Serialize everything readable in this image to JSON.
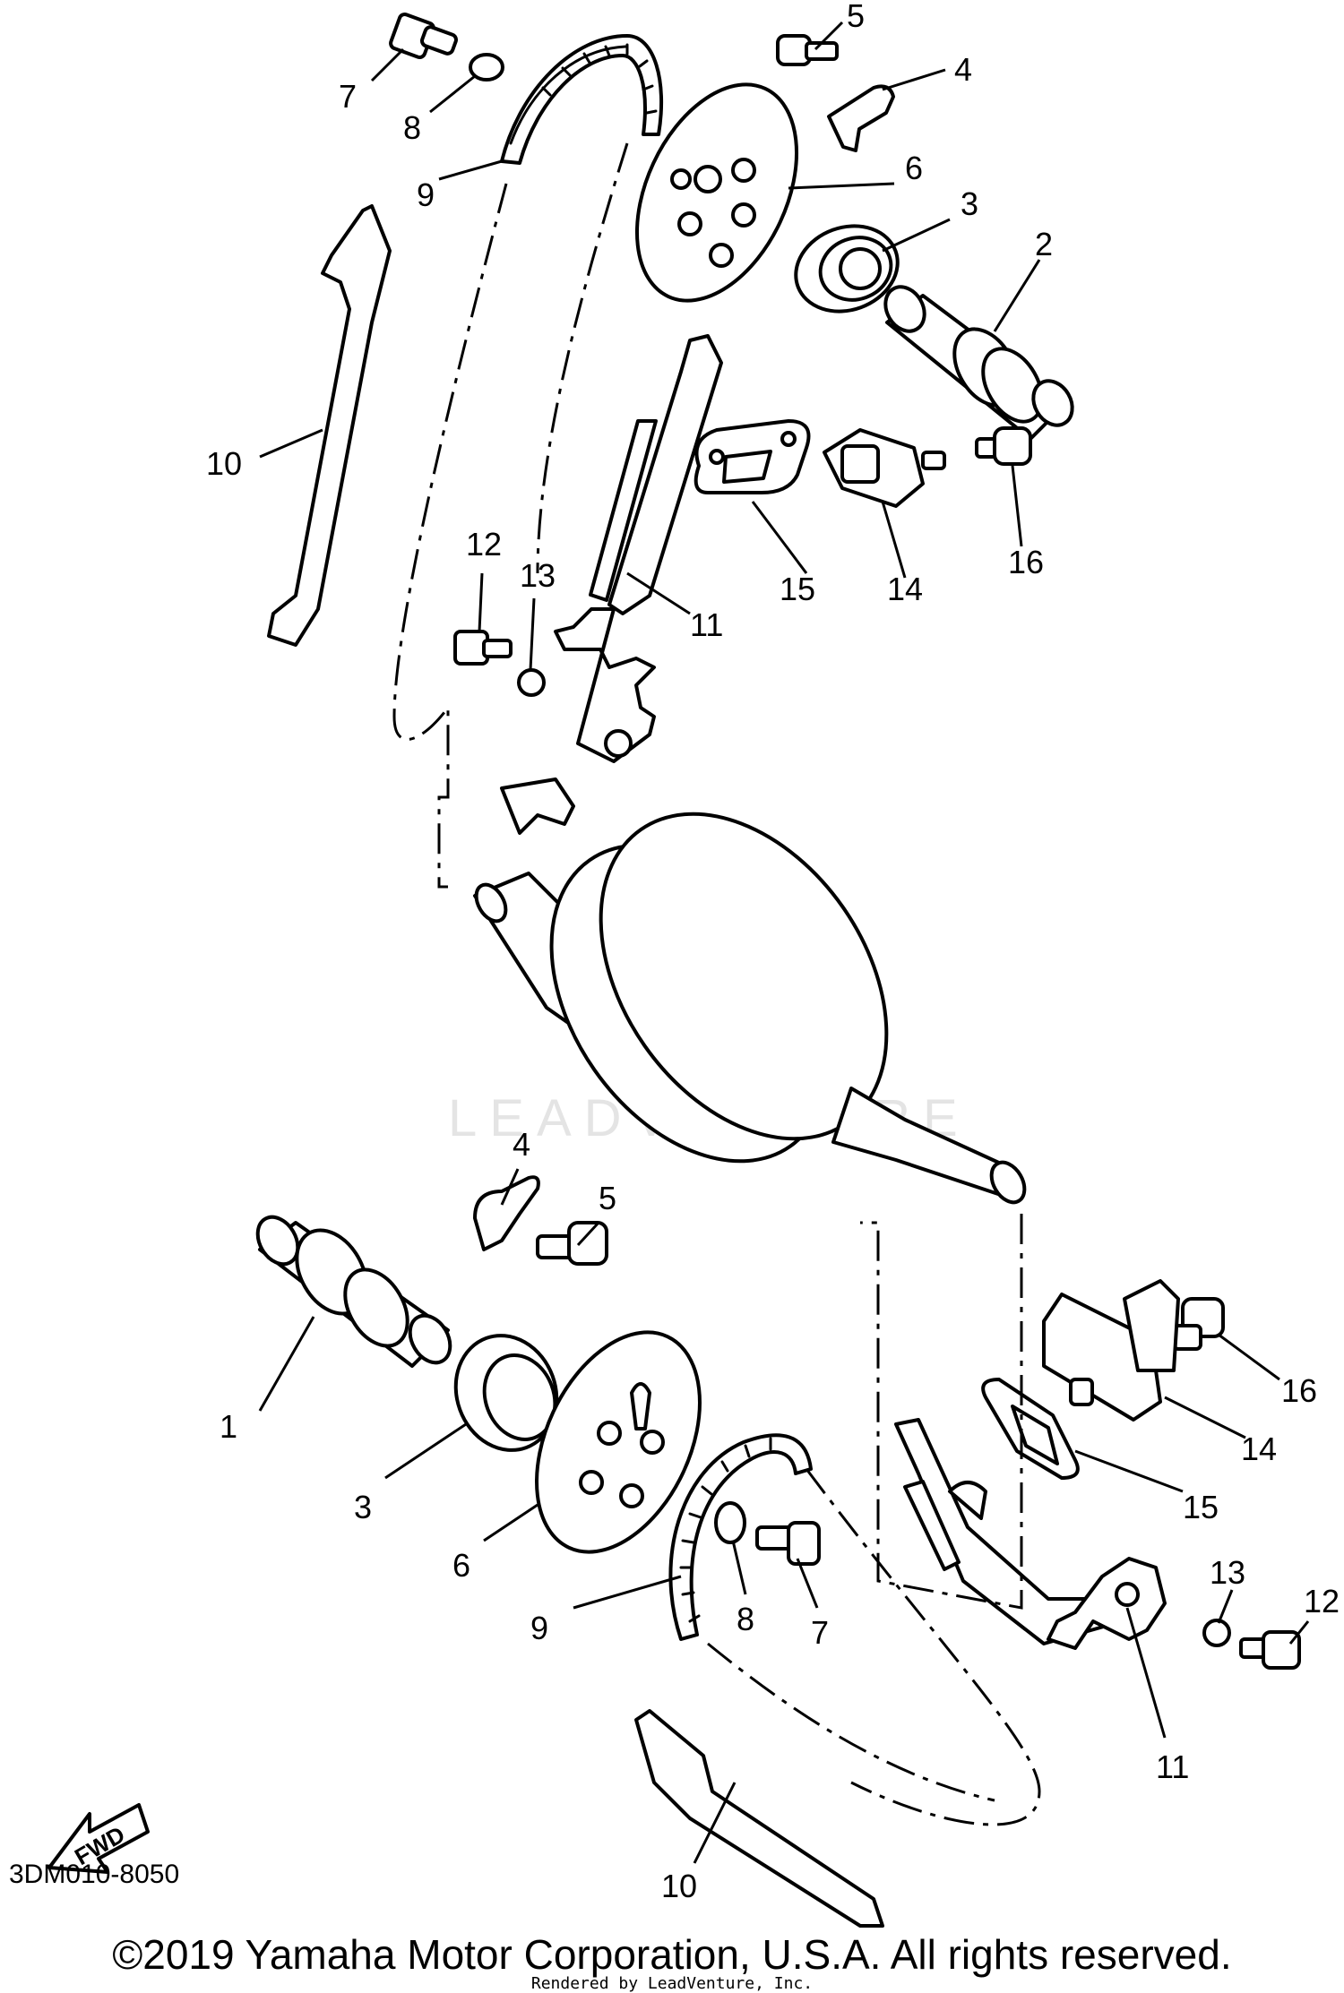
{
  "diagram": {
    "watermark": "LEADVENTURE",
    "diagram_code": "3DM010-8050",
    "fwd_label": "FWD",
    "callouts": {
      "top_7": "7",
      "top_8": "8",
      "top_9": "9",
      "top_5": "5",
      "top_4": "4",
      "top_6": "6",
      "top_3": "3",
      "top_2": "2",
      "top_10": "10",
      "top_11": "11",
      "top_12": "12",
      "top_13": "13",
      "top_15": "15",
      "top_14": "14",
      "top_16": "16",
      "bot_4": "4",
      "bot_5": "5",
      "bot_1": "1",
      "bot_3": "3",
      "bot_6": "6",
      "bot_9": "9",
      "bot_8": "8",
      "bot_7": "7",
      "bot_16": "16",
      "bot_14": "14",
      "bot_15": "15",
      "bot_13": "13",
      "bot_12": "12",
      "bot_11": "11",
      "bot_10": "10"
    }
  },
  "footer": {
    "copyright": "©2019 Yamaha Motor Corporation, U.S.A. All rights reserved.",
    "rendered_by": "Rendered by LeadVenture, Inc."
  }
}
